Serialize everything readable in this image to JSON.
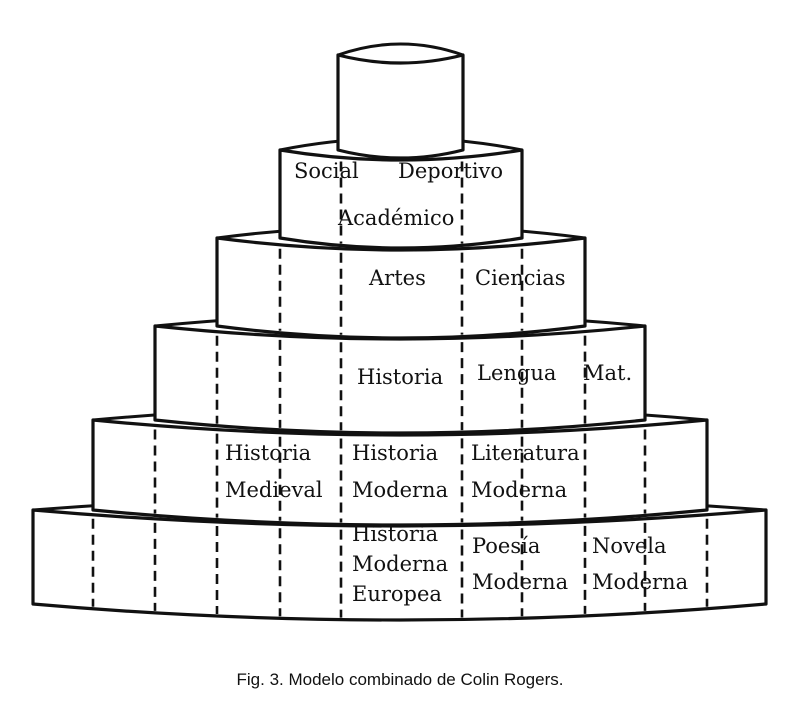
{
  "tiers": [
    {
      "labels": []
    },
    {
      "labels": [
        "Social",
        "Deportivo",
        "Académico"
      ]
    },
    {
      "labels": [
        "Artes",
        "Ciencias"
      ]
    },
    {
      "labels": [
        "Historia",
        "Lengua",
        "Mat."
      ]
    },
    {
      "labels": [
        "Historia",
        "Medieval",
        "Historia",
        "Moderna",
        "Literatura",
        "Moderna"
      ]
    },
    {
      "labels": [
        "Historia",
        "Moderna",
        "Europea",
        "Poesía",
        "Moderna",
        "Novela",
        "Moderna"
      ]
    }
  ],
  "caption": "Fig. 3.  Modelo combinado de Colin Rogers."
}
